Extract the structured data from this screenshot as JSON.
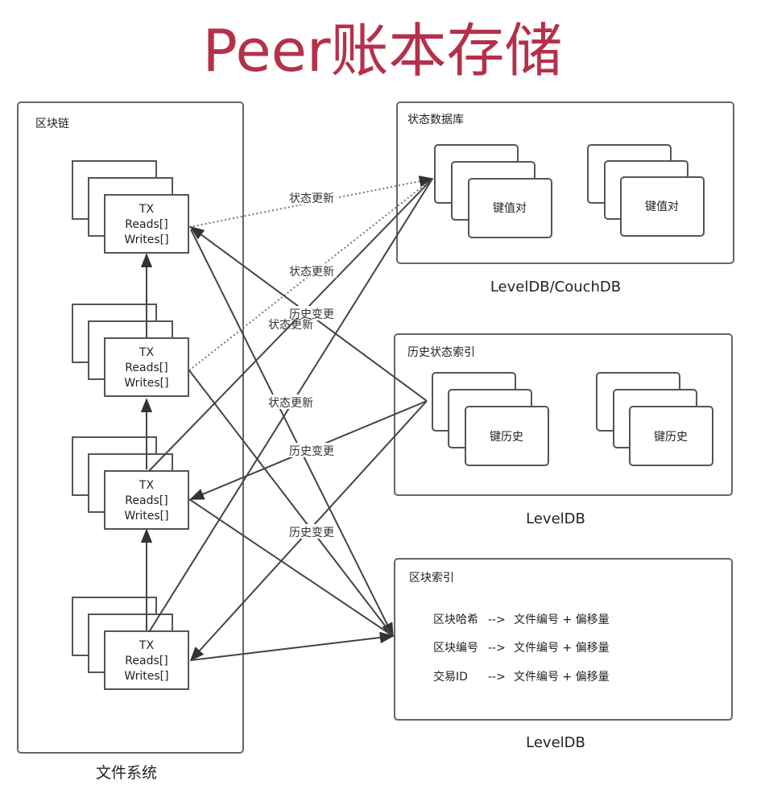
{
  "title": "Peer账本存储",
  "colors": {
    "title": "#b5304a",
    "line": "#444444"
  },
  "blockchain": {
    "label": "区块链",
    "footer": "文件系统",
    "tx": [
      {
        "l1": "TX",
        "l2": "Reads[]",
        "l3": "Writes[]"
      },
      {
        "l1": "TX",
        "l2": "Reads[]",
        "l3": "Writes[]"
      },
      {
        "l1": "TX",
        "l2": "Reads[]",
        "l3": "Writes[]"
      },
      {
        "l1": "TX",
        "l2": "Reads[]",
        "l3": "Writes[]"
      }
    ]
  },
  "state_db": {
    "label": "状态数据库",
    "items": [
      "键值对",
      "键值对"
    ],
    "footer": "LevelDB/CouchDB"
  },
  "history_index": {
    "label": "历史状态索引",
    "items": [
      "键历史",
      "键历史"
    ],
    "footer": "LevelDB"
  },
  "block_index": {
    "label": "区块索引",
    "rows": [
      {
        "key": "区块哈希",
        "arrow": "-->",
        "value": "文件编号 + 偏移量"
      },
      {
        "key": "区块编号",
        "arrow": "-->",
        "value": "文件编号 + 偏移量"
      },
      {
        "key": "交易ID",
        "arrow": "-->",
        "value": "文件编号 + 偏移量"
      }
    ],
    "footer": "LevelDB"
  },
  "edge_labels": {
    "state_update": "状态更新",
    "history_change": "历史变更"
  }
}
